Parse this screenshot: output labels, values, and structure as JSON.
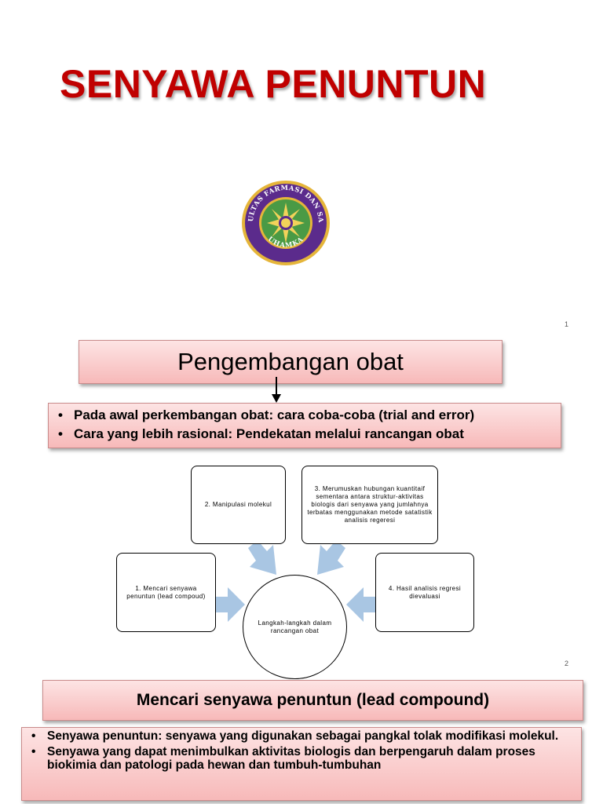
{
  "slide1": {
    "title": "SENYAWA PENUNTUN",
    "logo_text_top": "FAKULTAS FARMASI DAN SAINS",
    "logo_text_bottom": "UHAMKA",
    "page_number": "1"
  },
  "slide2": {
    "heading": "Pengembangan obat",
    "bullets": [
      "Pada awal perkembangan obat: cara coba-coba (trial and error)",
      "Cara yang lebih rasional: Pendekatan melalui rancangan obat"
    ],
    "diagram": {
      "center": "Langkah-langkah dalam rancangan obat",
      "step1": "1. Mencari senyawa penuntun (lead compoud)",
      "step2": "2. Manipulasi molekul",
      "step3": "3. Merumuskan hubungan kuantitaif sementara antara struktur-aktivitas biologis dari senyawa yang jumlahnya terbatas menggunakan metode satatistik analisis regeresi",
      "step4": "4. Hasil analisis regresi dievaluasi"
    },
    "page_number": "2"
  },
  "slide3": {
    "heading": "Mencari senyawa penuntun (lead compound)",
    "bullets": [
      "Senyawa penuntun: senyawa yang digunakan sebagai pangkal tolak modifikasi molekul.",
      "Senyawa yang dapat menimbulkan aktivitas biologis dan berpengaruh dalam proses biokimia dan patologi pada hewan dan tumbuh-tumbuhan"
    ]
  },
  "colors": {
    "title_red": "#c00000",
    "box_pink": "#f7b9b9",
    "arrow_blue": "#a9c6e3",
    "logo_purple": "#5b2b8c",
    "logo_gold": "#e5b53a"
  }
}
